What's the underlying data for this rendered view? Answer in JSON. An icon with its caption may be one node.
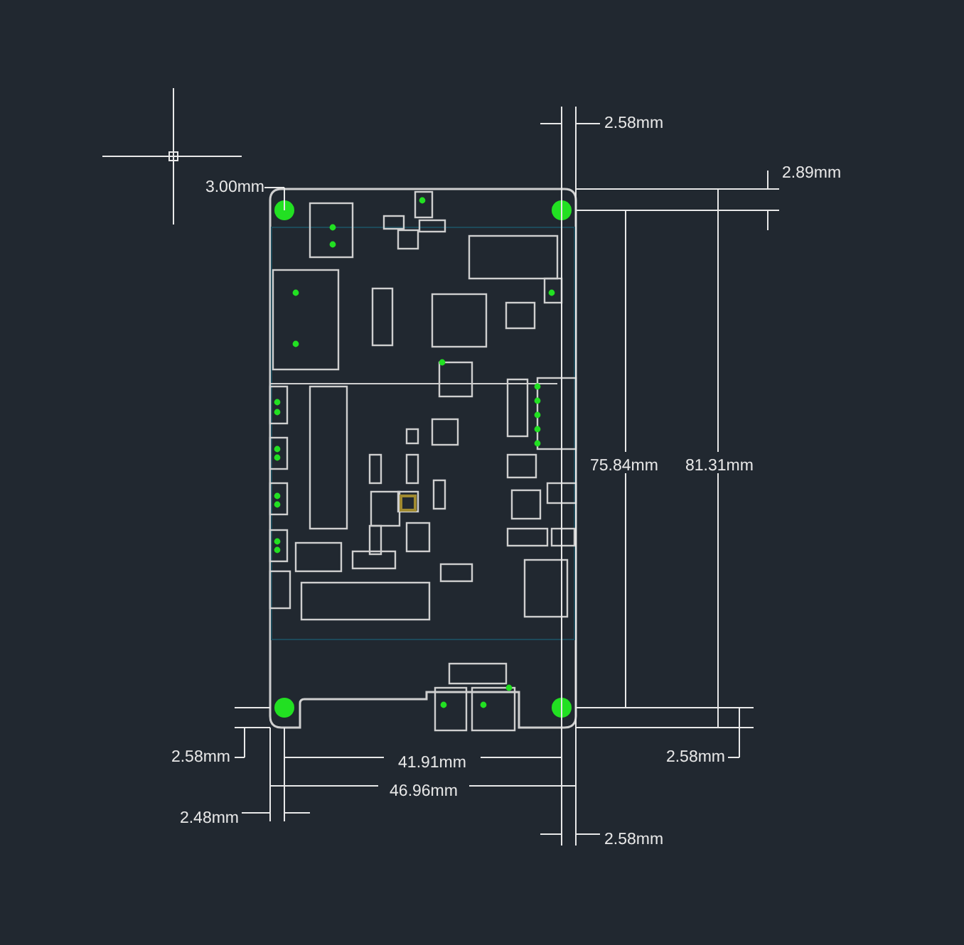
{
  "diagram": {
    "labels": [
      "2.58mm",
      "2.89mm",
      "3.00mm",
      "75.84mm",
      "81.31mm",
      "2.58mm",
      "2.58mm",
      "41.91mm",
      "46.96mm",
      "2.48mm",
      "2.58mm"
    ]
  }
}
